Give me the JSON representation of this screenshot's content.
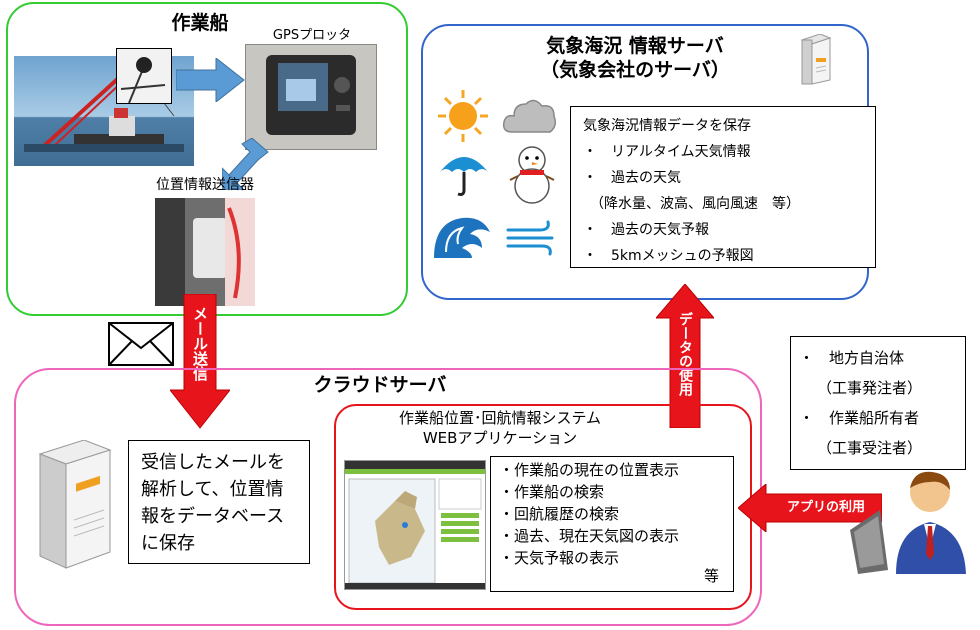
{
  "work_ship": {
    "title": "作業船",
    "gps_label": "GPSプロッタ",
    "transmitter_label": "位置情報送信器"
  },
  "weather_server": {
    "title_line1": "気象海況 情報サーバ",
    "title_line2": "（気象会社のサーバ）",
    "info_lines": [
      "気象海況情報データを保存",
      "・　リアルタイム天気情報",
      "・　過去の天気",
      "　（降水量、波高、風向風速　等）",
      "・　過去の天気予報",
      "・　5kmメッシュの予報図"
    ],
    "icons": [
      "sun-icon",
      "cloud-icon",
      "umbrella-icon",
      "snowman-icon",
      "wave-icon",
      "wind-icon"
    ]
  },
  "arrows": {
    "mail_send": "メール送信",
    "data_use": "データの使用",
    "app_use": "アプリの利用"
  },
  "cloud_server": {
    "title": "クラウドサーバ",
    "parse_text_lines": [
      "受信したメールを",
      "解析して、位置情",
      "報をデータベース",
      "に保存"
    ]
  },
  "web_system": {
    "title_line1": "作業船位置･回航情報システム",
    "title_line2": "WEBアプリケーション",
    "features": [
      "・作業船の現在の位置表示",
      "・作業船の検索",
      "・回航履歴の検索",
      "・過去、現在天気図の表示",
      "・天気予報の表示"
    ],
    "etc": "等"
  },
  "users": {
    "lines": [
      "・　地方自治体",
      "（工事発注者）",
      "・　作業船所有者",
      "（工事受注者）"
    ]
  },
  "colors": {
    "green_border": "#33cc33",
    "blue_border": "#3366cc",
    "pink_border": "#ee66bb",
    "red_border": "#e8141c",
    "arrow_red": "#e8141c",
    "arrow_blue": "#5b9bd5"
  }
}
